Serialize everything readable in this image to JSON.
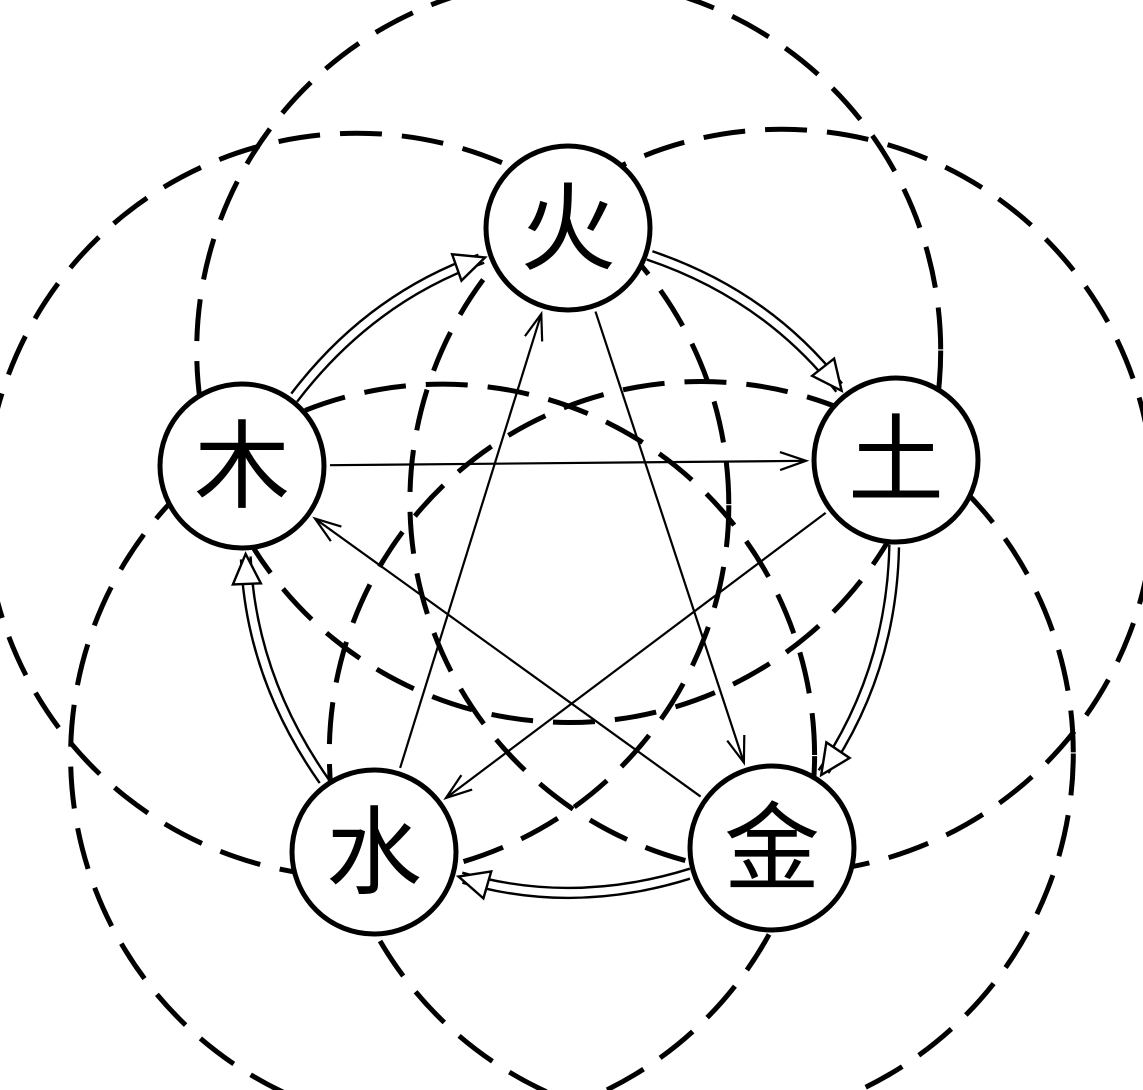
{
  "diagram": {
    "nodes": [
      {
        "id": "fire",
        "label": "火"
      },
      {
        "id": "earth",
        "label": "土"
      },
      {
        "id": "metal",
        "label": "金"
      },
      {
        "id": "water",
        "label": "水"
      },
      {
        "id": "wood",
        "label": "木"
      }
    ],
    "generating_cycle": [
      {
        "from": "wood",
        "to": "fire"
      },
      {
        "from": "fire",
        "to": "earth"
      },
      {
        "from": "earth",
        "to": "metal"
      },
      {
        "from": "metal",
        "to": "water"
      },
      {
        "from": "water",
        "to": "wood"
      }
    ],
    "overcoming_cycle": [
      {
        "from": "wood",
        "to": "earth"
      },
      {
        "from": "earth",
        "to": "water"
      },
      {
        "from": "water",
        "to": "fire"
      },
      {
        "from": "fire",
        "to": "metal"
      },
      {
        "from": "metal",
        "to": "wood"
      }
    ],
    "colors": {
      "stroke": "#000000",
      "background": "#ffffff"
    }
  }
}
